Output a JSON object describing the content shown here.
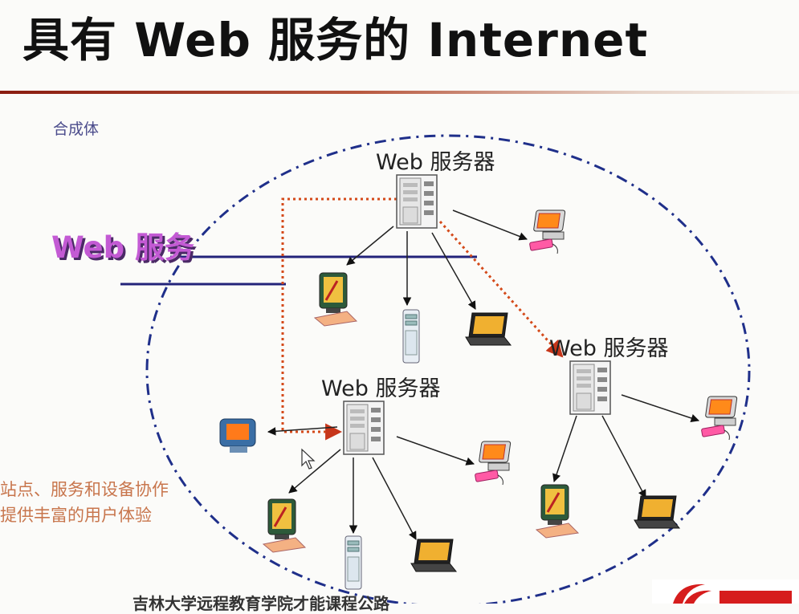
{
  "slide": {
    "title": "具有 Web 服务的 Internet",
    "subtitle": "合成体",
    "web_service_label": "Web 服务",
    "servers": [
      {
        "label": "Web 服务器"
      },
      {
        "label": "Web 服务器"
      },
      {
        "label": "Web 服务器"
      }
    ],
    "description": [
      "站点、服务和设备协作",
      "提供丰富的用户体验"
    ],
    "footer": "吉林大学远程教育学院才能课程公路"
  },
  "icons": [
    "server-icon",
    "desktop-pc-icon",
    "tablet-pc-icon",
    "laptop-icon",
    "tower-pc-icon",
    "monitor-icon",
    "cursor-icon",
    "logo-icon"
  ],
  "colors": {
    "title": "#111111",
    "rule": "#8a1c10",
    "ellipse": "#1f2f8a",
    "dotted_link": "#d44a1a",
    "service_bar": "#23237a",
    "description": "#c8764d"
  }
}
